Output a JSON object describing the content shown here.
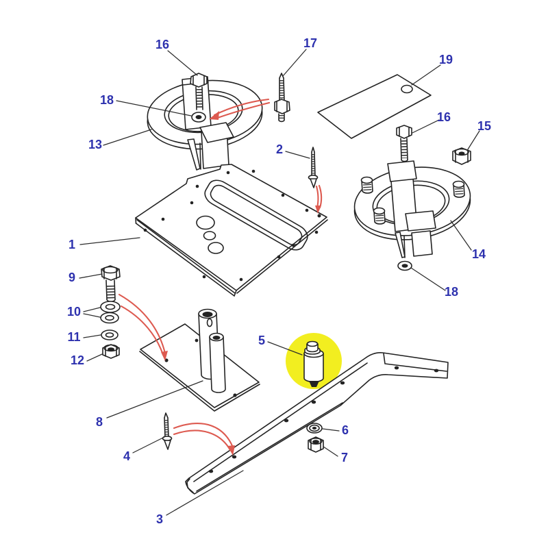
{
  "diagram": {
    "background": "#ffffff",
    "colors": {
      "callout_blue": "#2d31ae",
      "arrow_red": "#dd5a50",
      "highlight_yellow": "#f2ee20"
    },
    "highlighted_callout": "5",
    "callouts": [
      {
        "label": "16"
      },
      {
        "label": "17"
      },
      {
        "label": "19"
      },
      {
        "label": "18"
      },
      {
        "label": "16"
      },
      {
        "label": "15"
      },
      {
        "label": "13"
      },
      {
        "label": "2"
      },
      {
        "label": "1"
      },
      {
        "label": "14"
      },
      {
        "label": "9"
      },
      {
        "label": "18"
      },
      {
        "label": "10"
      },
      {
        "label": "11"
      },
      {
        "label": "12"
      },
      {
        "label": "5"
      },
      {
        "label": "8"
      },
      {
        "label": "6"
      },
      {
        "label": "7"
      },
      {
        "label": "4"
      },
      {
        "label": "3"
      }
    ]
  }
}
